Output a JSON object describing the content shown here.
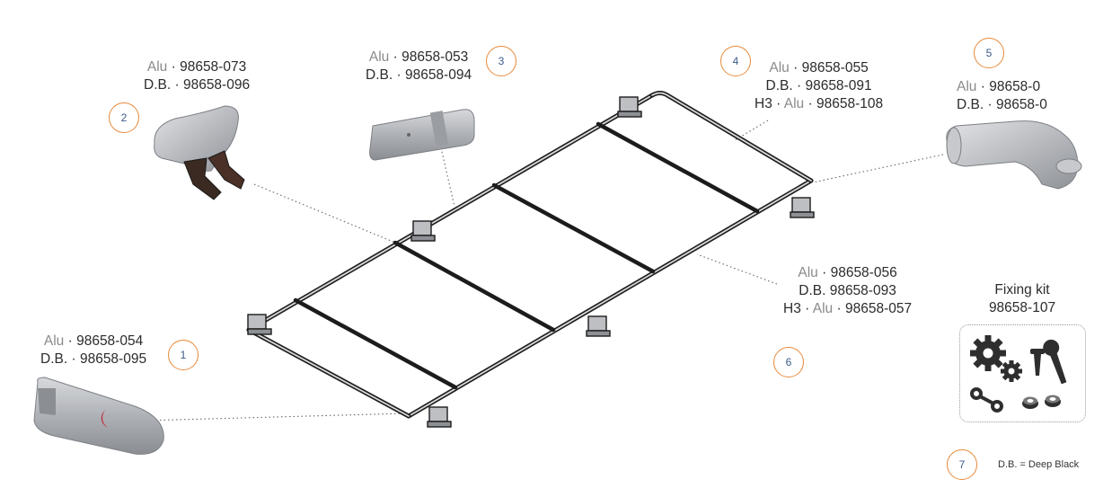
{
  "callouts": [
    "1",
    "2",
    "3",
    "4",
    "5",
    "6",
    "7"
  ],
  "parts": {
    "p1": {
      "l1_mat": "Alu",
      "l1_code": "98658-054",
      "l2_mat": "D.B.",
      "l2_code": "98658-095"
    },
    "p2": {
      "l1_mat": "Alu",
      "l1_code": "98658-073",
      "l2_mat": "D.B.",
      "l2_code": "98658-096"
    },
    "p3": {
      "l1_mat": "Alu",
      "l1_code": "98658-053",
      "l2_mat": "D.B.",
      "l2_code": "98658-094"
    },
    "p4": {
      "l1_mat": "Alu",
      "l1_code": "98658-055",
      "l2_mat": "D.B.",
      "l2_code": "98658-091",
      "l3_pre": "H3",
      "l3_mat": "Alu",
      "l3_code": "98658-108"
    },
    "p5": {
      "l1_mat": "Alu",
      "l1_code": "98658-0",
      "l2_mat": "D.B.",
      "l2_code": "98658-0 "
    },
    "p6": {
      "l1_mat": "Alu",
      "l1_code": "98658-056",
      "l2": "D.B. 98658-093",
      "l3_pre": "H3",
      "l3_mat": "Alu",
      "l3_code": "98658-057"
    }
  },
  "separator": "·",
  "fixing_kit": {
    "title": "Fixing kit",
    "code": "98658-107"
  },
  "legend_note": "D.B. = Deep Black",
  "colors": {
    "accent": "#e88a3a",
    "number": "#3b5a8a",
    "frame": "#1a1a1a"
  }
}
